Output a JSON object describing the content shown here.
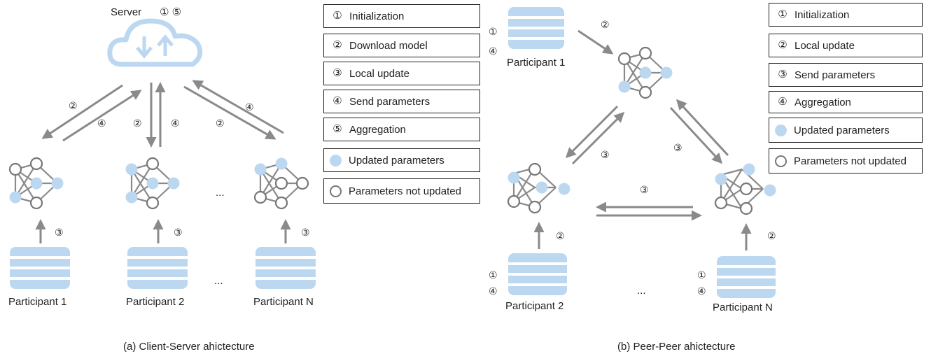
{
  "colors": {
    "light_blue": "#bcd8f0",
    "gray": "#8a8a8a",
    "dark_gray": "#777777"
  },
  "left": {
    "server_label": "Server",
    "server_steps": "① ⑤",
    "participants": [
      "Participant 1",
      "Participant 2",
      "Participant N"
    ],
    "ellipsis": "...",
    "caption": "(a) Client-Server ahictecture",
    "arrow_labels": {
      "download": "②",
      "send": "④",
      "local": "③"
    },
    "legend": [
      {
        "mark": "①",
        "text": "Initialization"
      },
      {
        "mark": "②",
        "text": "Download model"
      },
      {
        "mark": "③",
        "text": "Local update"
      },
      {
        "mark": "④",
        "text": "Send parameters"
      },
      {
        "mark": "⑤",
        "text": "Aggregation"
      },
      {
        "mark": "filled-dot",
        "text": "Updated parameters"
      },
      {
        "mark": "hollow-dot",
        "text": "Parameters not updated"
      }
    ]
  },
  "right": {
    "participants": [
      "Participant 1",
      "Participant 2",
      "Participant N"
    ],
    "init_mark": "①",
    "send_mark": "④",
    "local_mark": "②",
    "exchange_mark": "③",
    "ellipsis": "...",
    "caption": "(b) Peer-Peer ahictecture",
    "legend": [
      {
        "mark": "①",
        "text": "Initialization"
      },
      {
        "mark": "②",
        "text": "Local update"
      },
      {
        "mark": "③",
        "text": "Send parameters"
      },
      {
        "mark": "④",
        "text": "Aggregation"
      },
      {
        "mark": "filled-dot",
        "text": "Updated parameters"
      },
      {
        "mark": "hollow-dot",
        "text": "Parameters not updated"
      }
    ]
  }
}
